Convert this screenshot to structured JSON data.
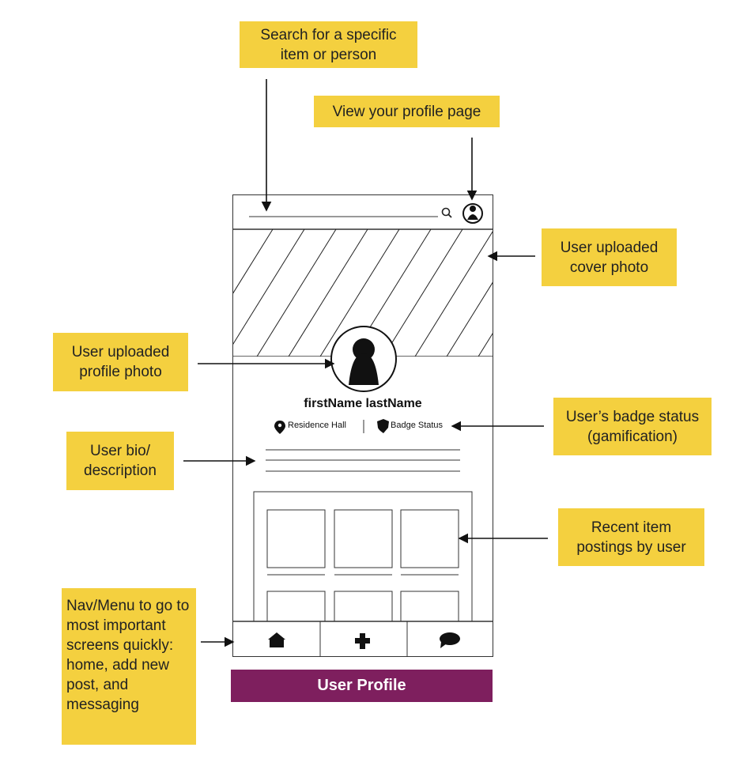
{
  "annotations": {
    "search": "Search for a specific item or person",
    "view_profile": "View your profile page",
    "cover_photo": "User uploaded cover photo",
    "profile_photo": "User uploaded profile photo",
    "badge_status": "User’s badge status (gamification)",
    "bio": "User bio/ description",
    "recent_items": "Recent item postings by user",
    "nav_menu": "Nav/Menu to go to most important screens quickly: home, add new post, and messaging"
  },
  "profile": {
    "name": "firstName lastName",
    "location": "Residence Hall",
    "badge": "Badge Status"
  },
  "nav": {
    "items": [
      "home",
      "add",
      "messages"
    ]
  },
  "caption": "User Profile",
  "colors": {
    "note_bg": "#f4d03f",
    "caption_bg": "#7e1f5e",
    "stroke": "#333333"
  },
  "icons": [
    "search-icon",
    "profile-icon",
    "pin-icon",
    "shield-icon",
    "home-icon",
    "plus-icon",
    "chat-icon"
  ]
}
